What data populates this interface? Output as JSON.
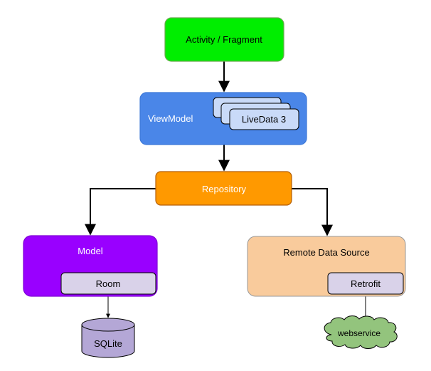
{
  "nodes": {
    "activity": {
      "label": "Activity / Fragment",
      "color": "#00ee00"
    },
    "viewmodel": {
      "label": "ViewModel",
      "color": "#4a86e8"
    },
    "livedata": {
      "label": "LiveData 3",
      "color": "#c9daf8"
    },
    "repository": {
      "label": "Repository",
      "color": "#ff9900"
    },
    "model": {
      "label": "Model",
      "color": "#9900ff"
    },
    "room": {
      "label": "Room",
      "color": "#d9d2e9"
    },
    "sqlite": {
      "label": "SQLite",
      "color": "#b4a7d6"
    },
    "remote": {
      "label": "Remote Data Source",
      "color": "#f9cb9c"
    },
    "retrofit": {
      "label": "Retrofit",
      "color": "#d9d2e9"
    },
    "webservice": {
      "label": "webservice",
      "color": "#93c47d"
    }
  }
}
